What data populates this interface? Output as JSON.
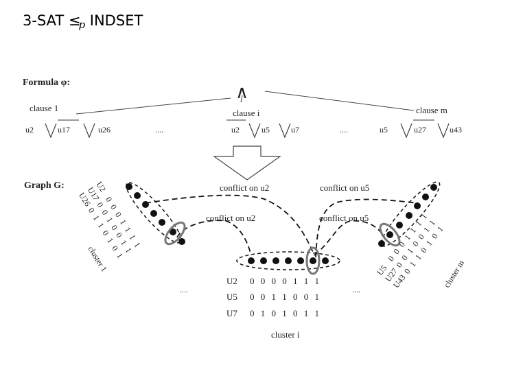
{
  "title": {
    "main": "3-SAT ≤",
    "sub": "p",
    "rest": " INDSET"
  },
  "formula": {
    "label": "Formula φ:",
    "wedge": "∧",
    "clauses": [
      {
        "label": "clause 1",
        "lits": [
          "u2",
          "u17",
          "u26"
        ]
      },
      {
        "label": "clause i",
        "lits": [
          "u2",
          "u5",
          "u7"
        ]
      },
      {
        "label": "clause m",
        "lits": [
          "u5",
          "u27",
          "u43"
        ]
      }
    ],
    "ellipsis": "...."
  },
  "graph": {
    "label": "Graph G:",
    "conflicts": [
      "conflict on u2",
      "conflict on u5",
      "conflict on u2",
      "conflict on u5"
    ],
    "cluster1": {
      "name": "cluster 1",
      "rows": [
        {
          "var": "U2",
          "bits": "0 0 0 1 1 1 1"
        },
        {
          "var": "U17",
          "bits": "0 0 1 0 0 1 1"
        },
        {
          "var": "U26",
          "bits": "0 1 1 0 1 0 1"
        }
      ]
    },
    "clusteri": {
      "name": "cluster i",
      "rows": [
        {
          "var": "U2",
          "bits": "0 0 0 0 1 1 1"
        },
        {
          "var": "U5",
          "bits": "0 0 1 1 0 0 1"
        },
        {
          "var": "U7",
          "bits": "0 1 0 1 0 1 1"
        }
      ]
    },
    "clusterm": {
      "name": "cluster m",
      "rows": [
        {
          "var": "U5",
          "bits": "0 0 0 1 1 1 1"
        },
        {
          "var": "U27",
          "bits": "0 0 1 0 0 1 1"
        },
        {
          "var": "U43",
          "bits": "0 1 1 0 1 0 1"
        }
      ]
    },
    "ellipsis": "...."
  }
}
